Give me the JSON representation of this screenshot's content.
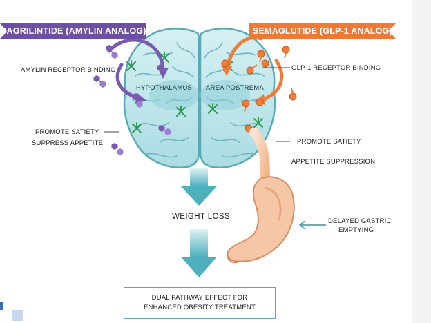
{
  "banners": {
    "left": "CAGRILINTIDE (AMYLIN ANALOG)",
    "right": "SEMAGLUTIDE (GLP-1 ANALOG)"
  },
  "labels": {
    "amylin_receptor_binding": "AMYLIN RECEPTOR BINDING",
    "glp1_receptor_binding": "GLP-1 RECEPTOR BINDING",
    "hypothalamus": "HYPOTHALAMUS",
    "area_postrema": "AREA POSTREMA",
    "promote_satiety_left": "PROMOTE SATIETY",
    "suppress_appetite": "SUPPRESS APPETITE",
    "promote_satiety_right": "PROMOTE SATIETY",
    "appetite_suppression": "APPETITE SUPPRESSION",
    "weight_loss": "WEIGHT LOSS",
    "delayed_gastric_line1": "DELAYED GASTRIC",
    "delayed_gastric_line2": "EMPTYING"
  },
  "result_box": {
    "line1": "DUAL PATHWAY EFFECT FOR",
    "line2": "ENHANCED OBESITY TREATMENT"
  },
  "colors": {
    "amylin_purple": "#7a5ab0",
    "glp1_orange": "#f07c3a",
    "brain_teal": "#bfe6ea",
    "brain_outline": "#5aa9b5",
    "receptor_green": "#2e9a4e",
    "arrow_teal": "#5cb6c2",
    "stomach_peach": "#f6c7a7"
  },
  "icons": {
    "brain": "brain-illustration",
    "stomach": "stomach-illustration",
    "molecule_left": "amylin-molecule-icon",
    "molecule_right": "glp1-molecule-icon",
    "receptor": "receptor-icon"
  }
}
